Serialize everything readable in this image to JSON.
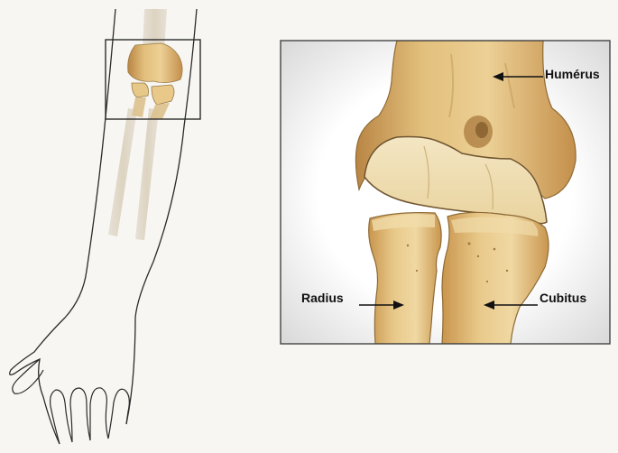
{
  "labels": {
    "humerus": "Humérus",
    "radius": "Radius",
    "cubitus": "Cubitus"
  },
  "colors": {
    "background": "#f7f6f3",
    "outline": "#2b2b2b",
    "bone_light": "#f2dfb0",
    "bone_mid": "#e3c27e",
    "bone_dark": "#c9964e",
    "cartilage": "#f6edd3",
    "panel_edge": "#444444",
    "arrow": "#111111"
  },
  "icons": {
    "pointer": "arrow-left-icon"
  }
}
